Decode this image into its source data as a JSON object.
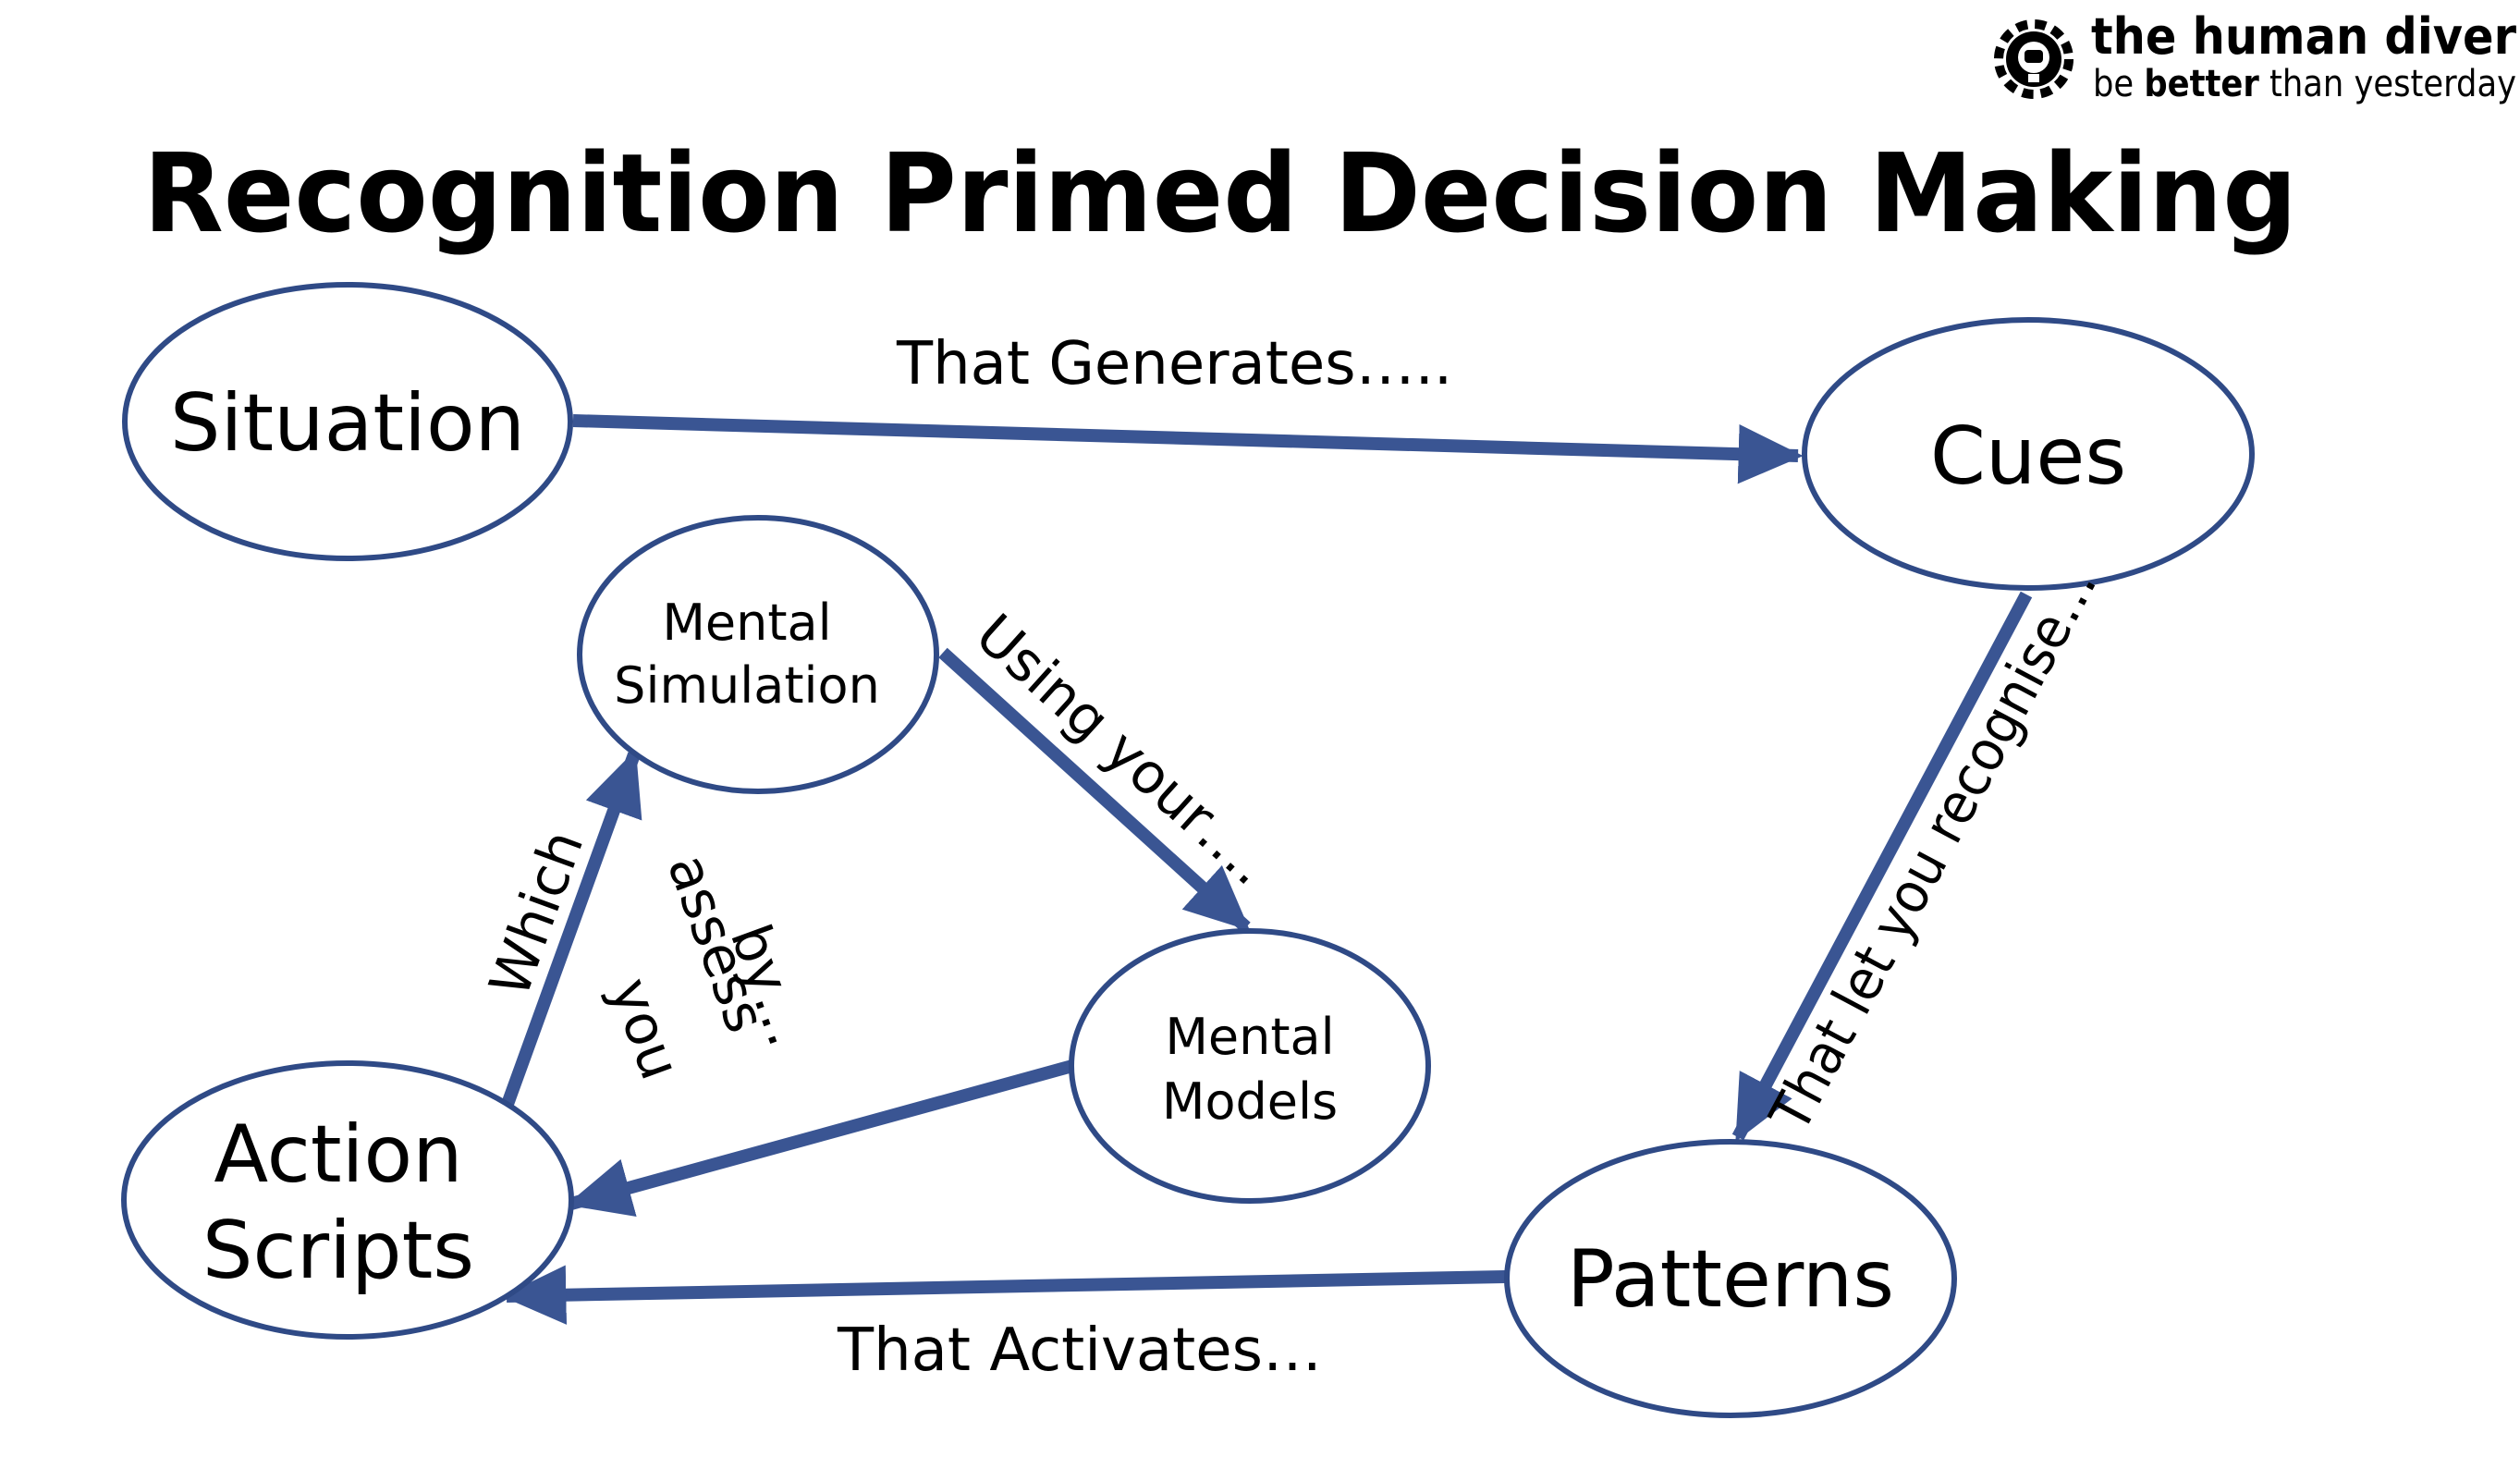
{
  "title": "Recognition Primed Decision Making",
  "logo": {
    "name_prefix": "the ",
    "name_bold": "human diver",
    "tagline_pre": "be ",
    "tagline_bold": "better",
    "tagline_post": " than yesterday",
    "icon": "diver-helmet-gear-icon"
  },
  "nodes": {
    "situation": "Situation",
    "cues": "Cues",
    "patterns": "Patterns",
    "action_scripts_line1": "Action",
    "action_scripts_line2": "Scripts",
    "mental_simulation_line1": "Mental",
    "mental_simulation_line2": "Simulation",
    "mental_models_line1": "Mental",
    "mental_models_line2": "Models"
  },
  "edges": {
    "situation_to_cues": "That Generates…..",
    "cues_to_patterns": "That let you recognise…",
    "patterns_to_action": "That Activates…",
    "action_to_simulation_line1": "Which",
    "action_to_simulation_line2": "you",
    "action_to_simulation_line3": "assess",
    "action_to_simulation_line4": "by…",
    "simulation_to_models": "Using your…."
  },
  "colors": {
    "node_stroke": "#2f4a86",
    "arrow": "#3a5593",
    "text": "#000000"
  }
}
